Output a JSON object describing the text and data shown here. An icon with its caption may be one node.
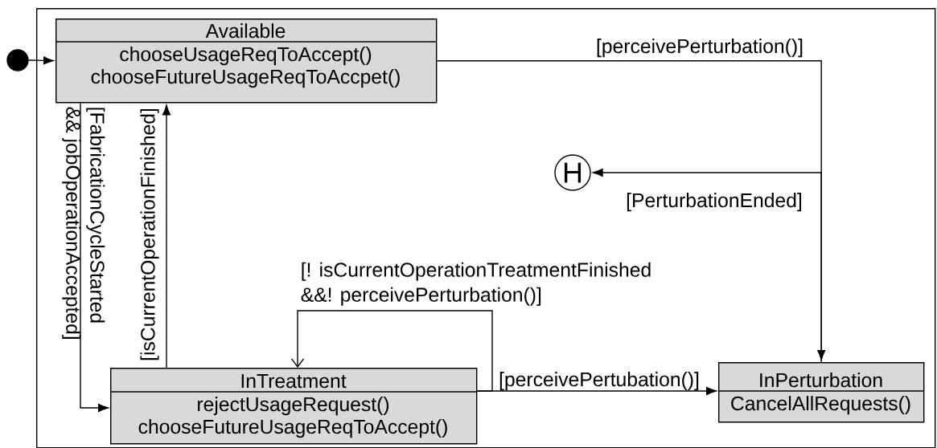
{
  "diagram": {
    "nodes": [
      {
        "text": [],
        "shape": "box"
      },
      {
        "text": [],
        "shape": "circle"
      },
      {
        "text": [
          "Available",
          "chooseUsageReqToAccept()",
          "chooseFutureUsageReqToAccpet()"
        ],
        "in": 0
      },
      {
        "text": [
          "H"
        ],
        "in": 0
      },
      {
        "text": [
          "InTreatment",
          "rejectUsageRequest()",
          "chooseFutureUsageReqToAccept()"
        ],
        "in": 0
      },
      {
        "text": [
          "InPerturbation",
          "CancelAllRequests()"
        ],
        "in": 0
      }
    ],
    "edges": [
      {
        "from": 1,
        "to": 2,
        "arrow": "to"
      },
      {
        "from": 2,
        "to": 5,
        "arrow": "to",
        "label": "[perceivePerturbation()]"
      },
      {
        "from": 5,
        "to": 3,
        "arrow": "to",
        "label": "[PerturbationEnded]"
      },
      {
        "from": 2,
        "to": 4,
        "arrow": "to",
        "label": "[FabricationCycleStarted && jobOperationAccepted]"
      },
      {
        "from": 4,
        "to": 2,
        "arrow": "to",
        "label": "[isCurrentOperationFinished]"
      },
      {
        "from": 4,
        "to": 4,
        "arrow": "to",
        "label": "[! isCurrentOperationTreatmentFinished &&! perceivePerturbation()]"
      },
      {
        "from": 4,
        "to": 5,
        "arrow": "to",
        "label": "[perceivePertubation()]"
      }
    ]
  }
}
